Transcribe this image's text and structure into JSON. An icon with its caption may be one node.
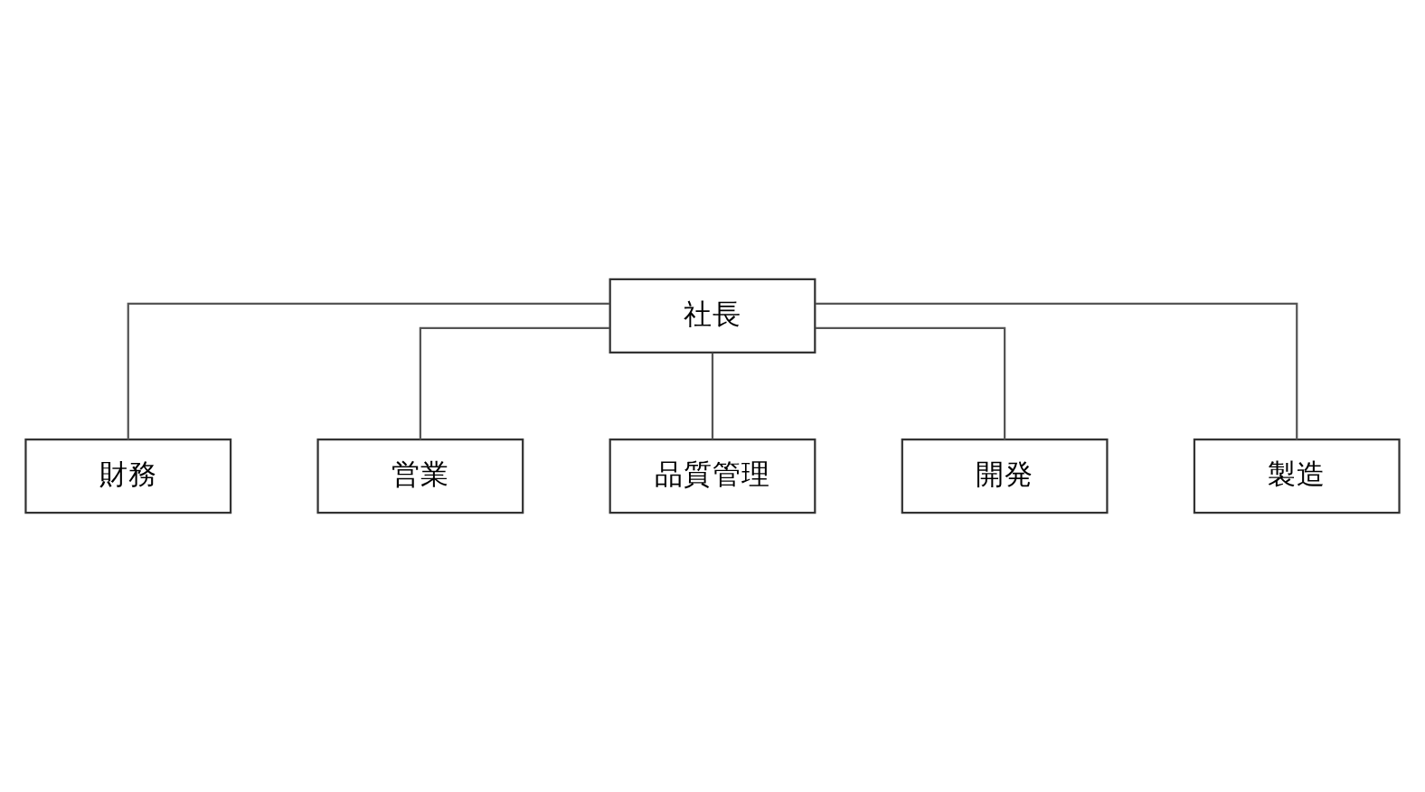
{
  "diagram": {
    "nodes": [
      {
        "text": [
          "社長"
        ]
      },
      {
        "text": [
          "財務"
        ]
      },
      {
        "text": [
          "営業"
        ]
      },
      {
        "text": [
          "品質管理"
        ]
      },
      {
        "text": [
          "開発"
        ]
      },
      {
        "text": [
          "製造"
        ]
      }
    ],
    "edges": [
      {
        "from": 0,
        "to": 1,
        "arrow": "none"
      },
      {
        "from": 0,
        "to": 2,
        "arrow": "none"
      },
      {
        "from": 0,
        "to": 3,
        "arrow": "none"
      },
      {
        "from": 0,
        "to": 4,
        "arrow": "none"
      },
      {
        "from": 0,
        "to": 5,
        "arrow": "none"
      }
    ]
  }
}
